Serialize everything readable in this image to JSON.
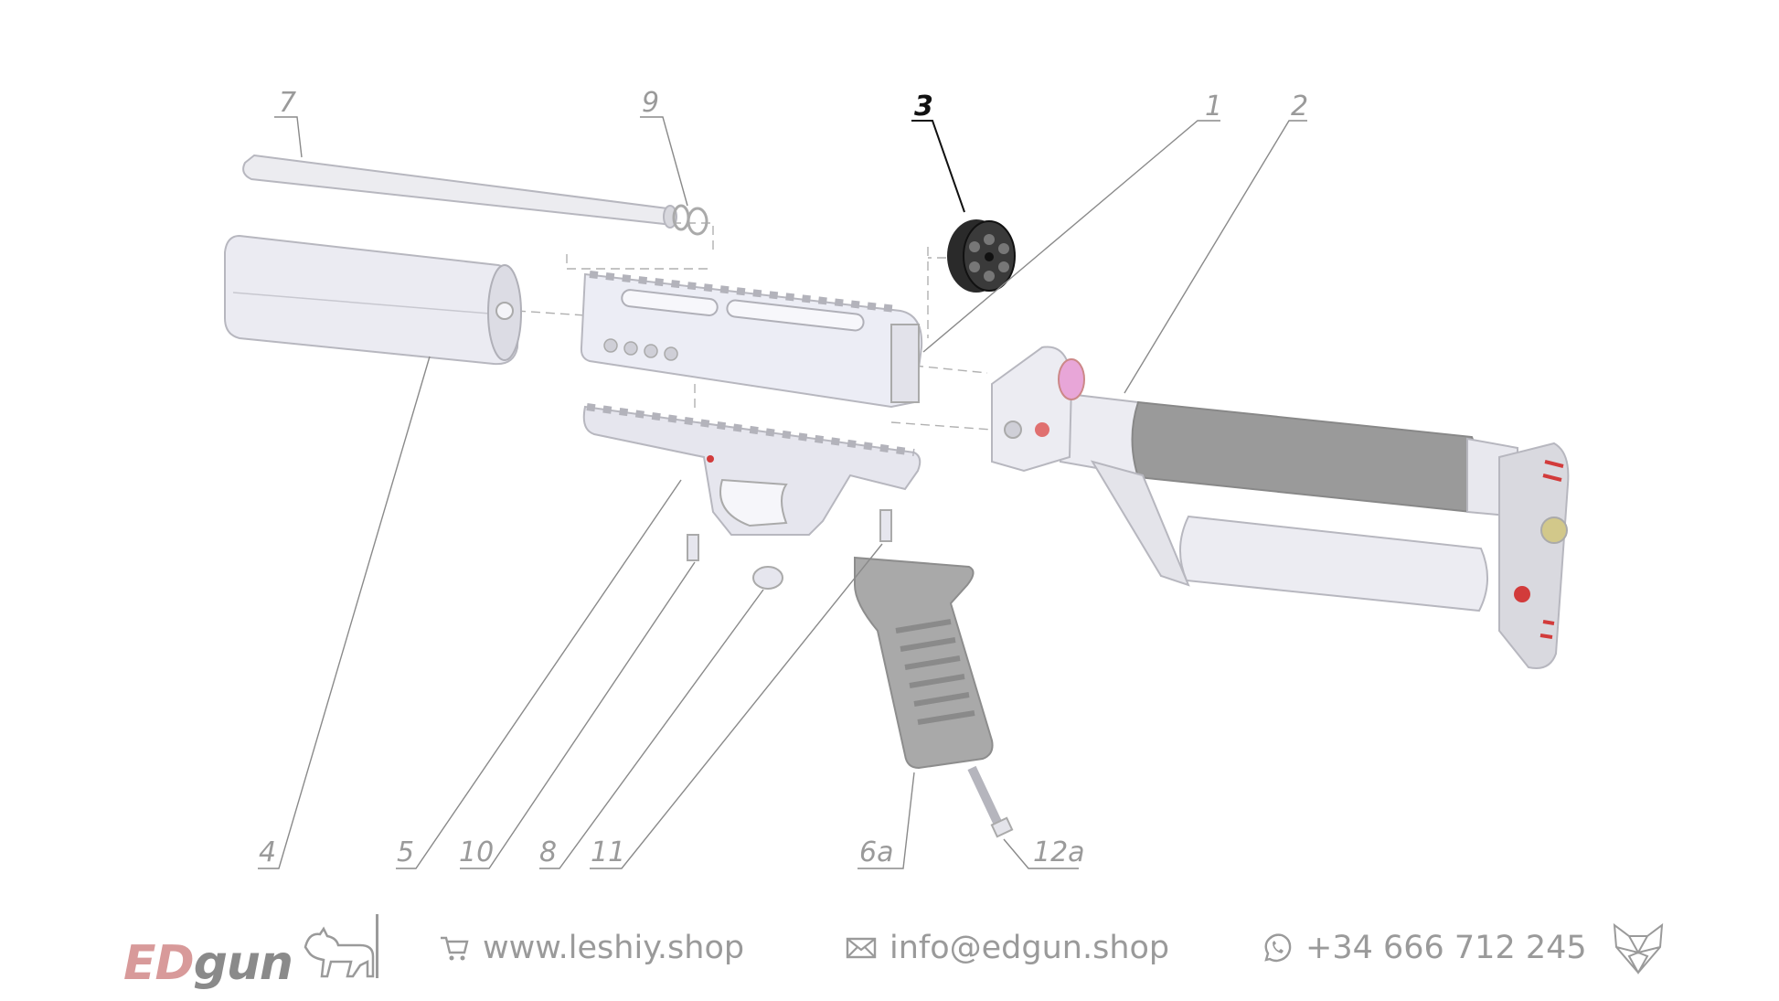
{
  "callouts": {
    "c1": "1",
    "c2": "2",
    "c3": "3",
    "c4": "4",
    "c5": "5",
    "c6a": "6a",
    "c7": "7",
    "c8": "8",
    "c9": "9",
    "c10": "10",
    "c11": "11",
    "c12a": "12a"
  },
  "highlighted_part": "3",
  "footer": {
    "brand_ed": "ED",
    "brand_gun": "gun",
    "shop_url": "www.leshiy.shop",
    "email": "info@edgun.shop",
    "phone": "+34 666 712 245",
    "icons": [
      "cart-icon",
      "envelope-icon",
      "whatsapp-icon",
      "fox-logo-icon",
      "dog-logo-icon"
    ]
  },
  "colors": {
    "part_fill": "#e9e9f1",
    "grip_fill": "#a9a9a9",
    "highlight": "#2a2a2a",
    "accent_red": "#d23b3b",
    "accent_pink": "#e8a6d8",
    "text_gray": "#9a9a9a"
  }
}
